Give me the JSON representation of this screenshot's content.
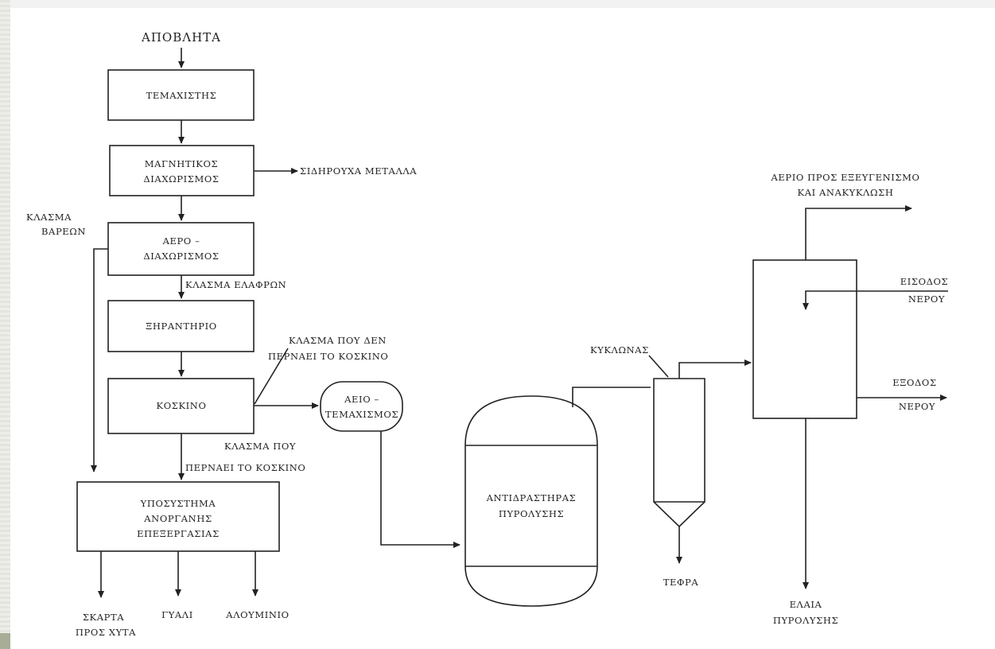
{
  "diagram": {
    "input": "ΑΠΟΒΛΗΤΑ",
    "shredder": "ΤΕΜΑΧΙΣΤΗΣ",
    "magnetic": [
      "ΜΑΓΝΗΤΙΚΟΣ",
      "ΔΙΑΧΩΡΙΣΜΟΣ"
    ],
    "ferrous": "ΣΙΔΗΡΟΥΧΑ ΜΕΤΑΛΛΑ",
    "heavy_fraction": [
      "ΚΛΑΣΜΑ",
      "ΒΑΡΕΩΝ"
    ],
    "air_sep": [
      "ΑΕΡΟ –",
      "ΔΙΑΧΩΡΙΣΜΟΣ"
    ],
    "light_fraction": "ΚΛΑΣΜΑ ΕΛΑΦΡΩΝ",
    "dryer": "ΞΗΡΑΝΤΗΡΙΟ",
    "not_passing": [
      "ΚΛΑΣΜΑ ΠΟΥ ΔΕΝ",
      "ΠΕΡΝΑΕΙ ΤΟ ΚΟΣΚΙΝΟ"
    ],
    "sieve": "ΚΟΣΚΙΝΟ",
    "re_shred": [
      "ΑΕΙΟ –",
      "ΤΕΜΑΧΙΣΜΟΣ"
    ],
    "passing": [
      "ΚΛΑΣΜΑ ΠΟΥ",
      "ΠΕΡΝΑΕΙ ΤΟ ΚΟΣΚΙΝΟ"
    ],
    "inorganic": [
      "ΥΠΟΣΥΣΤΗΜΑ",
      "ΑΝΟΡΓΑΝΗΣ",
      "ΕΠΕΞΕΡΓΑΣΙΑΣ"
    ],
    "scrap": [
      "ΣΚΑΡΤΑ",
      "ΠΡΟΣ ΧΥΤΑ"
    ],
    "glass": "ΓΥΑΛΙ",
    "aluminium": "ΑΛΟΥΜΙΝΙΟ",
    "reactor": [
      "ΑΝΤΙΔΡΑΣΤΗΡΑΣ",
      "ΠΥΡΟΛΥΣΗΣ"
    ],
    "cyclone": "ΚΥΚΛΩΝΑΣ",
    "ash": "ΤΕΦΡΑ",
    "gas_out": [
      "ΑΕΡΙΟ ΠΡΟΣ ΕΞΕΥΓΕΝΙΣΜΟ",
      "ΚΑΙ ΑΝΑΚΥΚΛΩΣΗ"
    ],
    "water_in": [
      "ΕΙΣΟΔΟΣ",
      "ΝΕΡΟΥ"
    ],
    "water_out": [
      "ΕΞΟΔΟΣ",
      "ΝΕΡΟΥ"
    ],
    "pyro_oil": [
      "ΕΛΑΙΑ",
      "ΠΥΡΟΛΥΣΗΣ"
    ]
  }
}
